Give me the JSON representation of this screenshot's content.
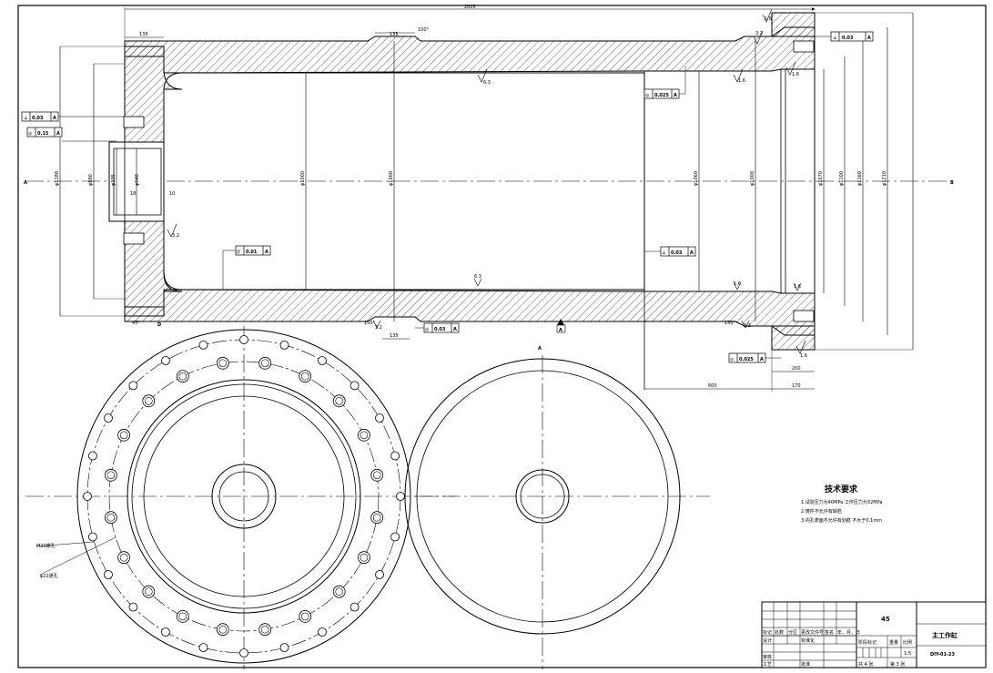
{
  "dimensions": {
    "overall_length": "2005",
    "flange_left": "135",
    "groove_width": "135",
    "groove_angle": "150°",
    "dim_10": "10",
    "dim_18": "18",
    "bottom_groove": "135",
    "right_len_600": "600",
    "right_len_170": "170",
    "right_len_200": "200",
    "angle_45": "45°",
    "angle_150_left": "150°",
    "angle_150_right": "150°",
    "left_dia_1": "φ1180",
    "left_dia_2": "φ880",
    "left_dia_3": "φ335",
    "left_dia_4": "φ640",
    "mid_dia_1": "φ1000",
    "mid_dia_2": "φ1000",
    "right_dia_1": "φ1060",
    "right_dia_2": "φ1000",
    "right_dia_3": "φ1070",
    "right_dia_4": "φ1100",
    "right_dia_5": "φ1160",
    "right_dia_6": "φ1210"
  },
  "tolerances": {
    "perp_right_top": {
      "symbol": "⊥",
      "value": "0.03",
      "datum": "A"
    },
    "perp_left": {
      "symbol": "⊥",
      "value": "0.03",
      "datum": "A"
    },
    "conc_left": {
      "symbol": "◎",
      "value": "0.15",
      "datum": "A"
    },
    "conc_right_mid": {
      "symbol": "◎",
      "value": "0.025",
      "datum": "A"
    },
    "parallel_bore": {
      "symbol": "//",
      "value": "0.01",
      "datum": "A"
    },
    "perp_right_mid": {
      "symbol": "⊥",
      "value": "0.03",
      "datum": "A"
    },
    "conc_bottom": {
      "symbol": "◎",
      "value": "0.03",
      "datum": "A"
    },
    "conc_right_bottom": {
      "symbol": "◎",
      "value": "0.025",
      "datum": "A"
    }
  },
  "roughness": {
    "r1": "6.3",
    "r2": "1.6",
    "r3": "1.6",
    "r4": "3.2",
    "r5": "1.6",
    "r6": "6.3",
    "r7": "1.6",
    "r8": "3.2",
    "r9": "1.6",
    "r10": "1.6",
    "r11": "3.2",
    "r12": "3.2"
  },
  "labels": {
    "datum_a": "A",
    "arrow_left": "A",
    "arrow_right": "B",
    "section_label": "A",
    "view_label": "D",
    "hole_label_1": "M20螺孔",
    "hole_label_2": "φ22通孔"
  },
  "tech_requirements": {
    "title": "技术要求",
    "lines": [
      "1.试验压力为40MPa  工作压力为32MPa",
      "2.铸件不允许有缺陷",
      "3.内孔表面不允许有划痕 不大于0.1mm"
    ]
  },
  "title_block": {
    "material": "45",
    "part_name": "主工作缸",
    "drawing_no": "DIY-01-23",
    "scale_label": "比例",
    "scale": "1:5",
    "stage_label": "阶段标记",
    "weight_label": "重量",
    "sheet_total": "共 4 张",
    "sheet_no": "第 3 张",
    "row_labels": [
      "标记",
      "处数",
      "分区",
      "更改文件号",
      "签名",
      "年、月、日"
    ],
    "people": [
      "设计",
      "标准化",
      "审核",
      "工艺",
      "批准"
    ]
  }
}
